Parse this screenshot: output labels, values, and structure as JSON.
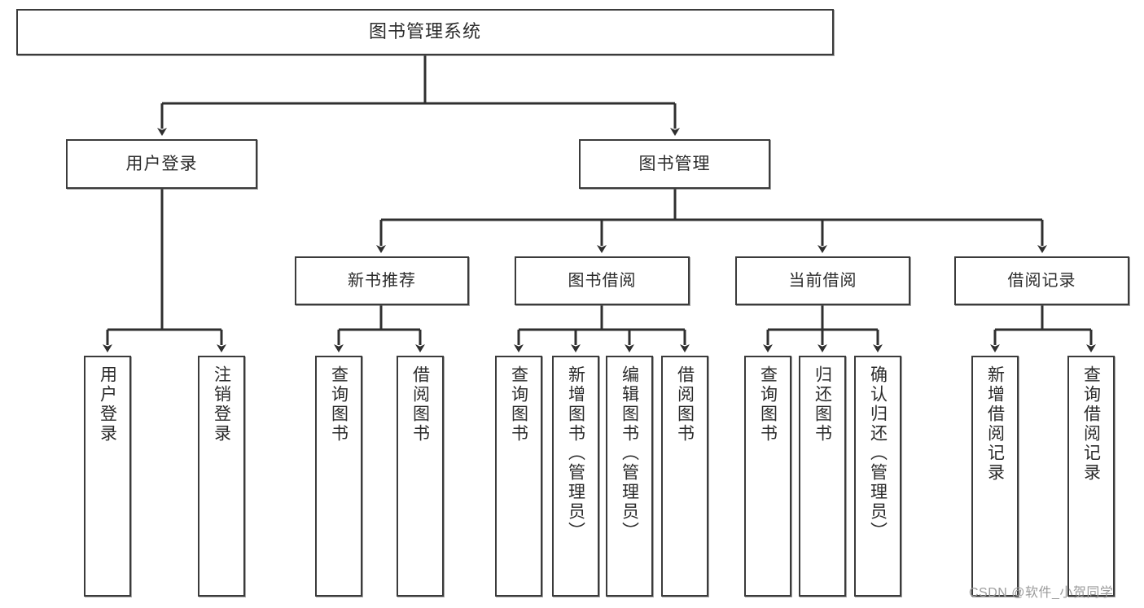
{
  "diagram": {
    "type": "tree-hierarchy-diagram",
    "title": "图书管理系统",
    "root": {
      "label": "图书管理系统"
    },
    "level2": [
      {
        "label": "用户登录"
      },
      {
        "label": "图书管理"
      }
    ],
    "level3": [
      {
        "label": "新书推荐"
      },
      {
        "label": "图书借阅"
      },
      {
        "label": "当前借阅"
      },
      {
        "label": "借阅记录"
      }
    ],
    "leaves": {
      "user_login": [
        {
          "label": "用户登录"
        },
        {
          "label": "注销登录"
        }
      ],
      "new_book_recommend": [
        {
          "label": "查询图书"
        },
        {
          "label": "借阅图书"
        }
      ],
      "book_borrow": [
        {
          "label": "查询图书"
        },
        {
          "label": "新增图书（管理员）"
        },
        {
          "label": "编辑图书（管理员）"
        },
        {
          "label": "借阅图书"
        }
      ],
      "current_borrow": [
        {
          "label": "查询图书"
        },
        {
          "label": "归还图书"
        },
        {
          "label": "确认归还（管理员）"
        }
      ],
      "borrow_record": [
        {
          "label": "新增借阅记录"
        },
        {
          "label": "查询借阅记录"
        }
      ]
    }
  },
  "watermark": {
    "text": "CSDN @软件_小贺同学"
  },
  "colors": {
    "stroke": "#3b3b3b",
    "background": "#ffffff",
    "text": "#2b2b2b",
    "watermark": "#9b9b9b"
  }
}
